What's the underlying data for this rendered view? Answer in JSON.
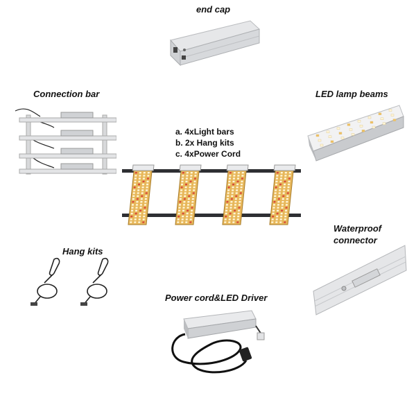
{
  "labels": {
    "end_cap": "end cap",
    "connection_bar": "Connection bar",
    "led_lamp_beams": "LED  lamp beams",
    "waterproof_line1": "Waterproof",
    "waterproof_line2": "connector",
    "hang_kits": "Hang kits",
    "power_cord": "Power cord&LED Driver"
  },
  "kit_contents": [
    "a. 4xLight bars",
    "b. 2x Hang kits",
    "c. 4xPower Cord"
  ],
  "colors": {
    "aluminium": "#d9dadc",
    "led_warm": "#f0c060",
    "led_red": "#d84a3a",
    "led_white": "#fff6d8"
  }
}
